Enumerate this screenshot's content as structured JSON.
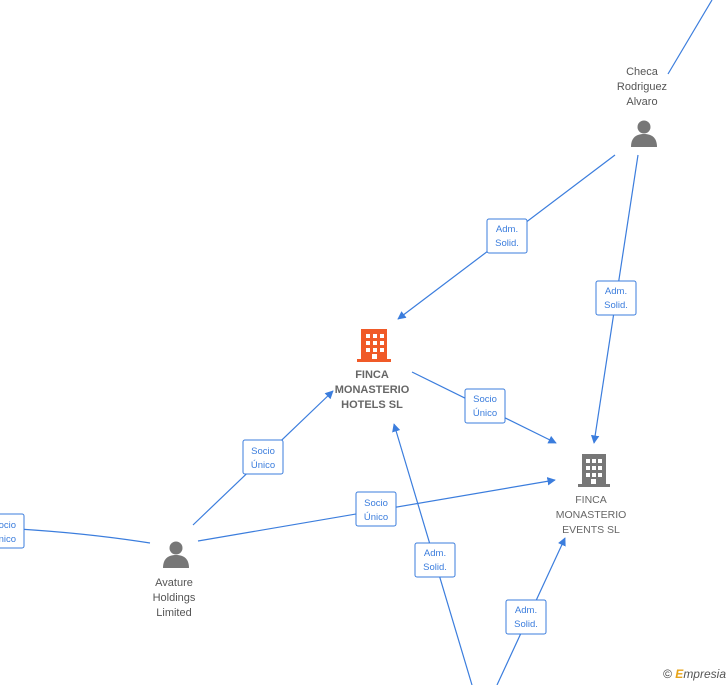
{
  "nodes": {
    "checa": [
      "Checa",
      "Rodriguez",
      "Alvaro"
    ],
    "hotels": [
      "FINCA",
      "MONASTERIO",
      "HOTELS  SL"
    ],
    "events": [
      "FINCA",
      "MONASTERIO",
      "EVENTS  SL"
    ],
    "avature": [
      "Avature",
      "Holdings",
      "Limited"
    ]
  },
  "edge_labels": {
    "checa_hotels": [
      "Adm.",
      "Solid."
    ],
    "checa_events": [
      "Adm.",
      "Solid."
    ],
    "hotels_events": [
      "Socio",
      "Único"
    ],
    "avature_hotels": [
      "Socio",
      "Único"
    ],
    "avature_events": [
      "Socio",
      "Único"
    ],
    "bottom_hotels": [
      "Adm.",
      "Solid."
    ],
    "bottom_events": [
      "Adm.",
      "Solid."
    ],
    "left_partial": [
      "ocio",
      "nico"
    ]
  },
  "colors": {
    "edge": "#3b7ddd",
    "focus_company": "#f05a28",
    "company": "#777777",
    "person": "#777777"
  },
  "watermark": {
    "symbol": "©",
    "brand_initial": "E",
    "brand_rest": "mpresia"
  }
}
